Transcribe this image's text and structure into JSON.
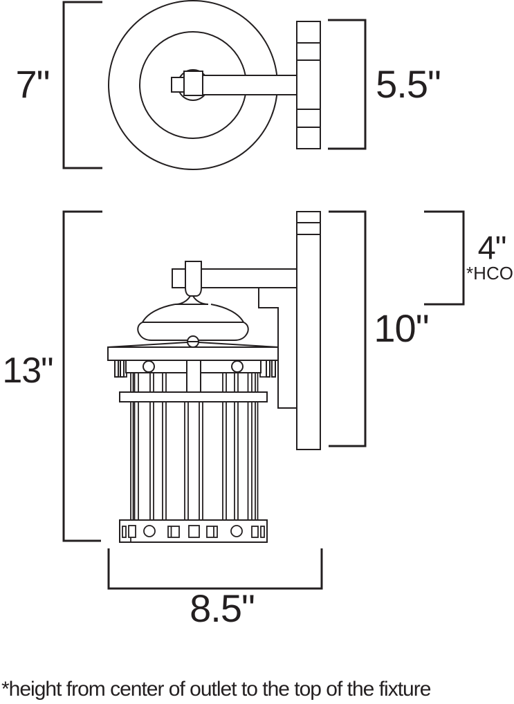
{
  "labels": {
    "top_view_height": "7\"",
    "top_view_depth": "5.5\"",
    "front_height": "13\"",
    "backplate_height": "10\"",
    "outlet_height": "4\"",
    "outlet_note": "*HCO",
    "base_width": "8.5\""
  },
  "footnote": "*height from center of outlet to the top of the fixture",
  "colors": {
    "line": "#231f20",
    "background": "#ffffff"
  }
}
